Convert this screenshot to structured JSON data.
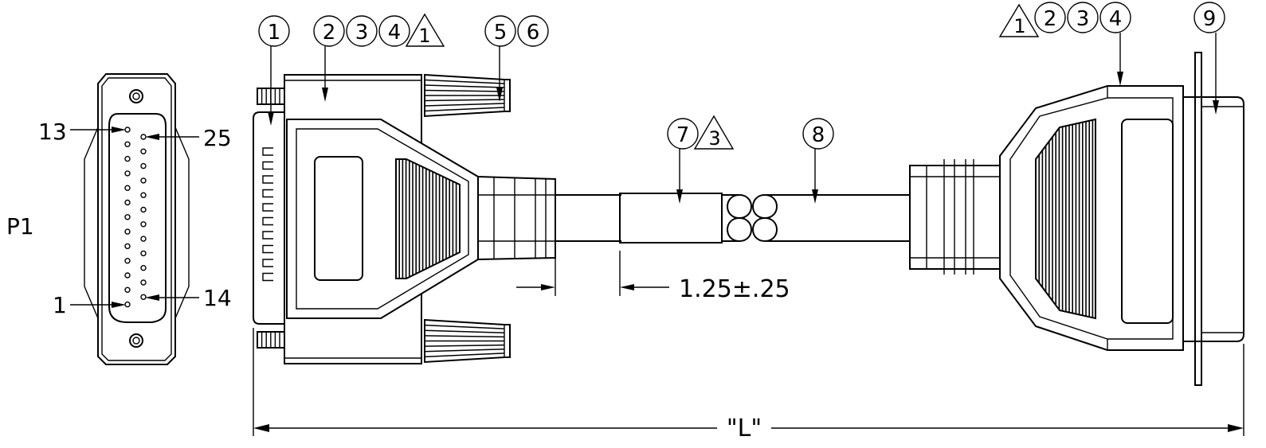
{
  "connector_label": "P1",
  "pin_labels": {
    "pin13": "13",
    "pin25": "25",
    "pin1": "1",
    "pin14": "14"
  },
  "balloons": {
    "b1_left": "1",
    "b2_left": "2",
    "b3_left": "3",
    "b4_left": "4",
    "rev1_left": "1",
    "b5": "5",
    "b6": "6",
    "b7": "7",
    "rev3": "3",
    "b8": "8",
    "rev1_right": "1",
    "b2_right": "2",
    "b3_right": "3",
    "b4_right": "4",
    "b9": "9"
  },
  "dimensions": {
    "sleeve_offset": "1.25±.25",
    "overall_length": "\"L\""
  }
}
